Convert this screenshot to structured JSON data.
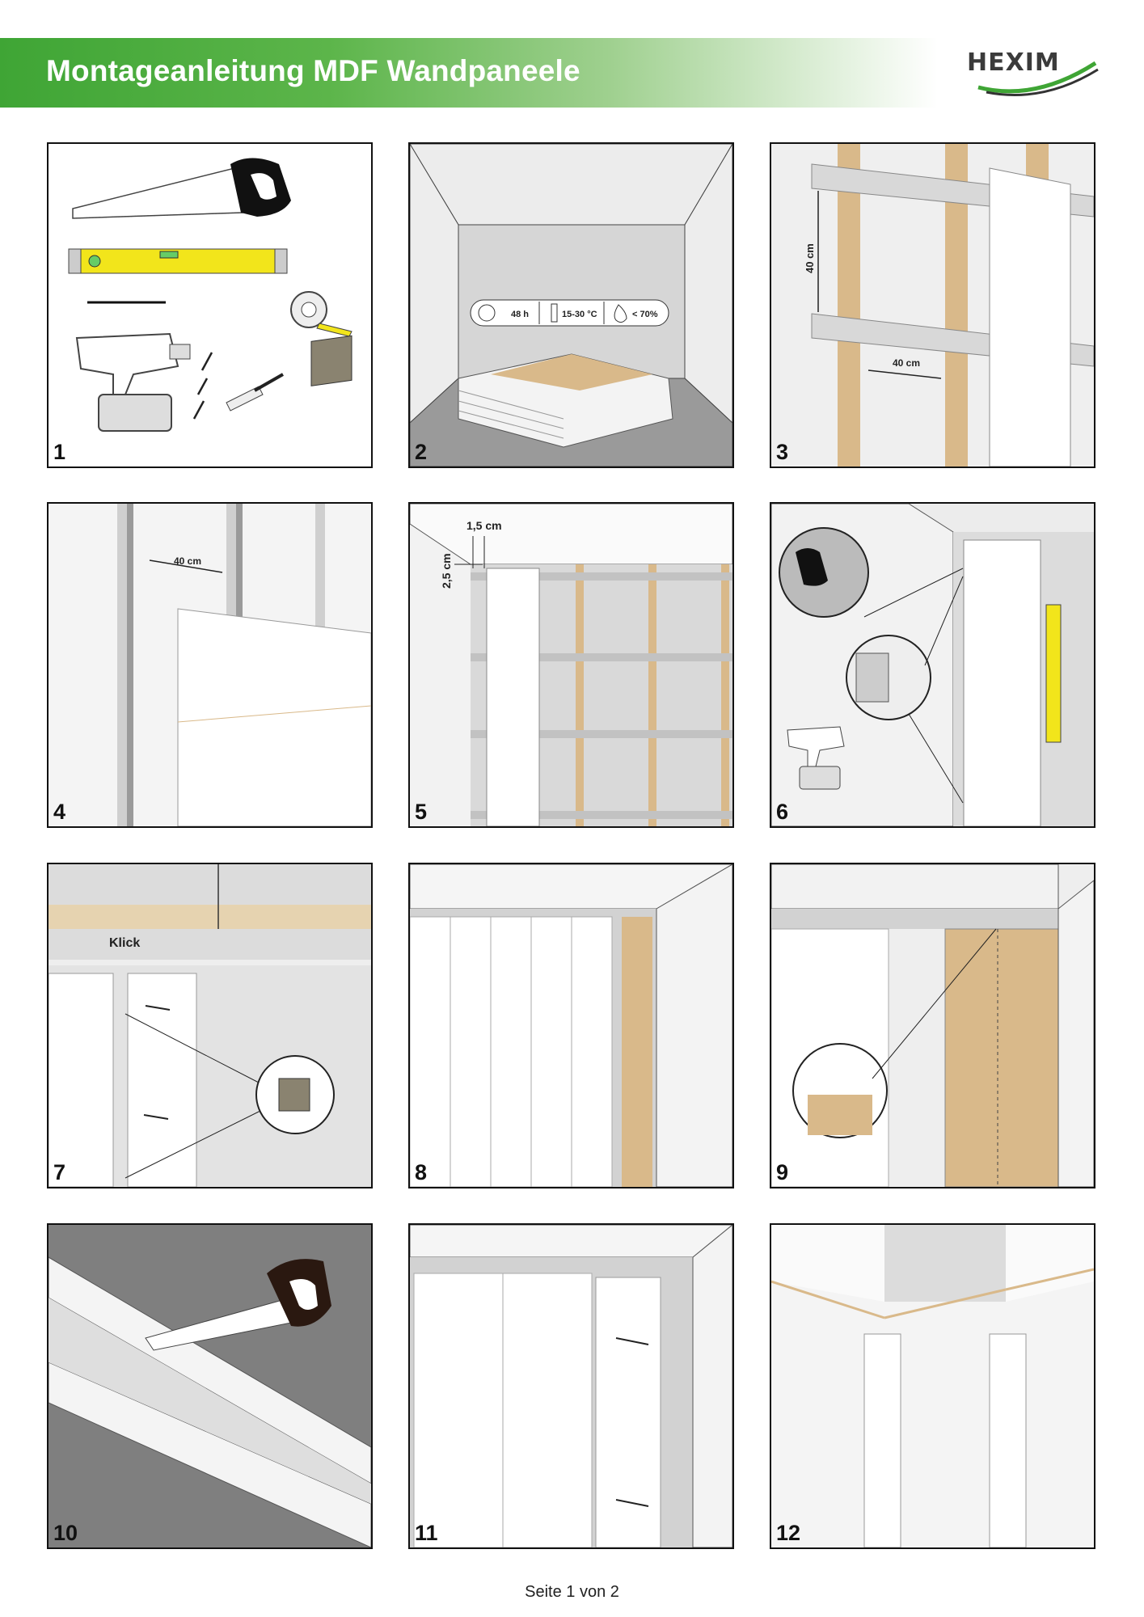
{
  "header": {
    "title": "Montageanleitung MDF Wandpaneele",
    "logo_text": "HEXIM",
    "banner_color": "#3fa535"
  },
  "steps": [
    {
      "number": "1"
    },
    {
      "number": "2",
      "conditions": {
        "time": "48 h",
        "temperature": "15-30 °C",
        "humidity": "< 70%"
      }
    },
    {
      "number": "3",
      "spacing_vertical": "40 cm",
      "spacing_horizontal": "40 cm"
    },
    {
      "number": "4",
      "spacing": "40 cm"
    },
    {
      "number": "5",
      "gap_top": "1,5 cm",
      "gap_side": "2,5 cm"
    },
    {
      "number": "6"
    },
    {
      "number": "7",
      "klick_label": "Klick"
    },
    {
      "number": "8"
    },
    {
      "number": "9"
    },
    {
      "number": "10"
    },
    {
      "number": "11"
    },
    {
      "number": "12"
    }
  ],
  "icons": [
    "saw-icon",
    "spirit-level-icon",
    "tape-measure-icon",
    "drill-icon",
    "nails-icon",
    "screw-dowel-icon",
    "clip-icon",
    "clock-icon",
    "thermometer-icon",
    "droplet-icon"
  ],
  "colors": {
    "wood": "#d9b98a",
    "rail": "#d8d8d8",
    "level": "#f2e51b"
  },
  "footer": {
    "page": "Seite 1 von 2"
  }
}
